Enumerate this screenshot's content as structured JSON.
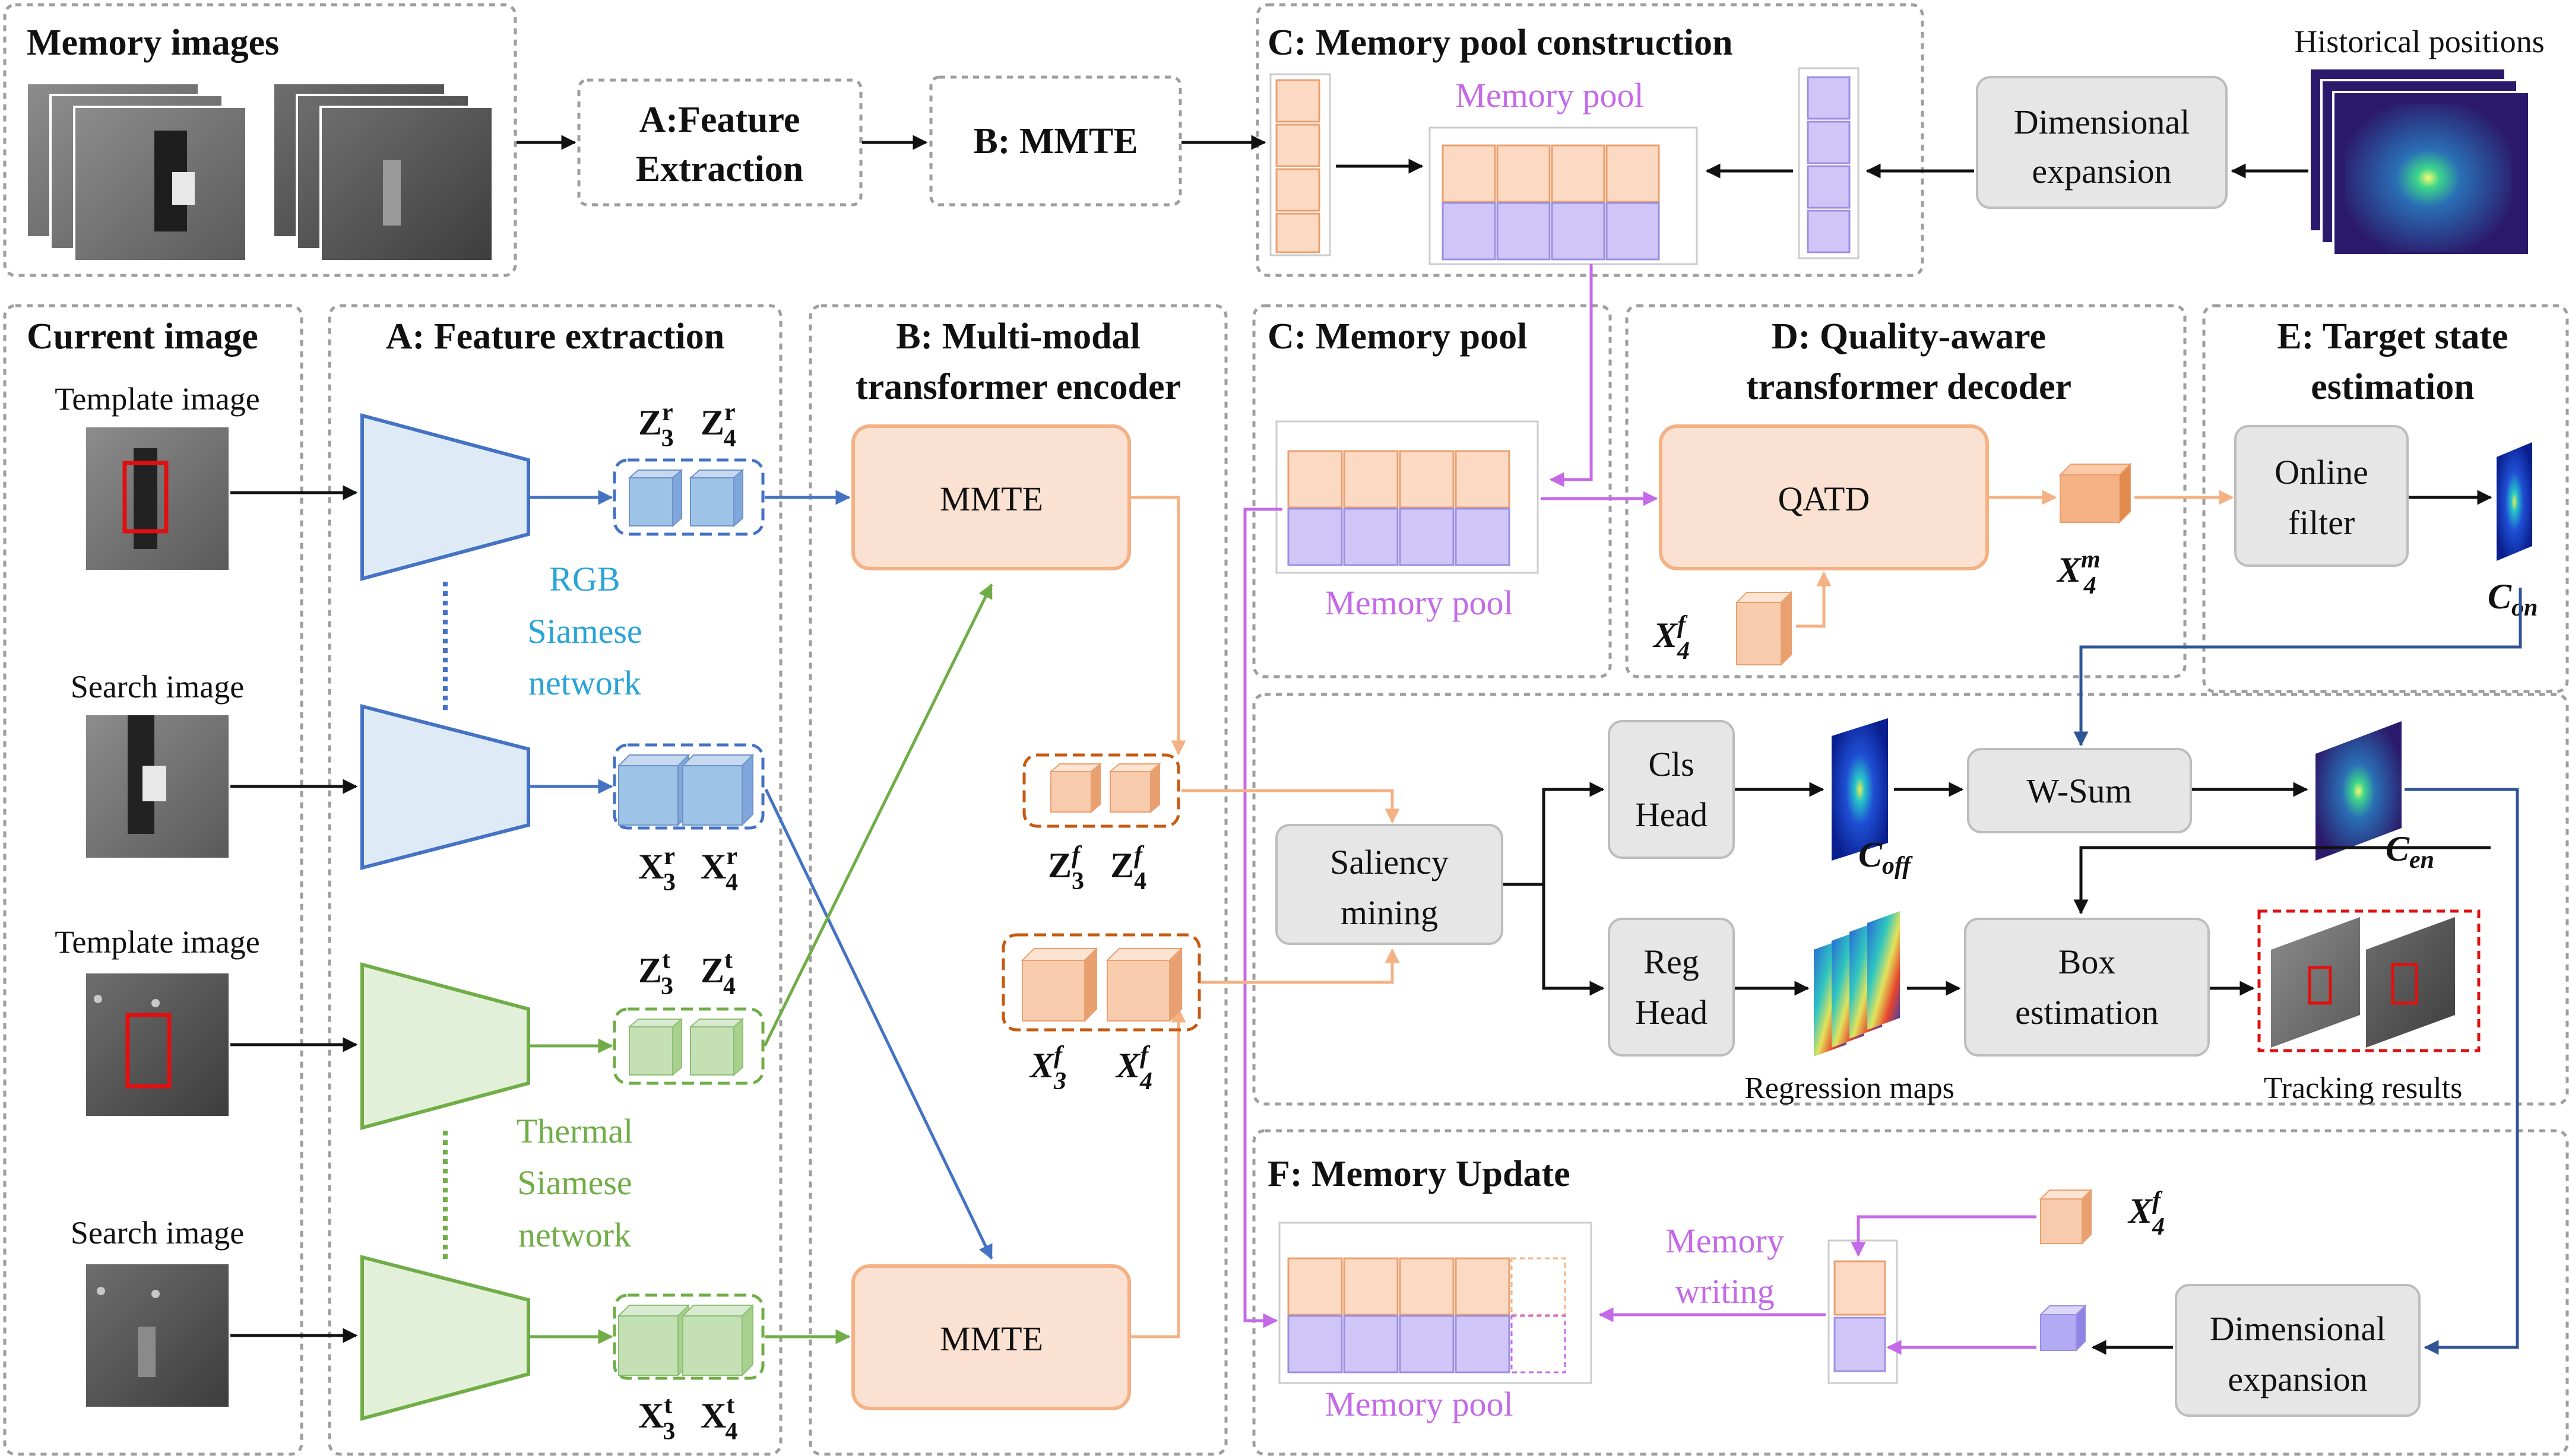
{
  "colors": {
    "rgb_blue": "#4472c4",
    "rgb_label": "#29a3d8",
    "thermal_green": "#70ad47",
    "memory_purple": "#c46ae8",
    "orange": "#f4b183",
    "navy": "#2f5597",
    "red_box": "#e01010"
  },
  "top": {
    "memory_images": "Memory images",
    "feature_extraction_l1": "A:Feature",
    "feature_extraction_l2": "Extraction",
    "mmte": "B: MMTE",
    "memory_pool_construction": "C: Memory pool construction",
    "memory_pool": "Memory pool",
    "historical_positions": "Historical positions",
    "dimensional_expansion_l1": "Dimensional",
    "dimensional_expansion_l2": "expansion"
  },
  "left": {
    "current_image": "Current image",
    "template_image_rgb": "Template image",
    "search_image_rgb": "Search image",
    "template_image_t": "Template image",
    "search_image_t": "Search image"
  },
  "feature_extraction": {
    "title": "A: Feature extraction",
    "rgb_l1": "RGB",
    "rgb_l2": "Siamese",
    "rgb_l3": "network",
    "thermal_l1": "Thermal",
    "thermal_l2": "Siamese",
    "thermal_l3": "network",
    "z_base": "Z",
    "x_base": "X",
    "sup_r": "r",
    "sup_t": "t",
    "sub_3": "3",
    "sub_4": "4"
  },
  "encoder": {
    "title_l1": "B: Multi-modal",
    "title_l2": "transformer encoder",
    "mmte_top": "MMTE",
    "mmte_bottom": "MMTE",
    "sup_f": "f"
  },
  "memory_pool_section": {
    "title": "C: Memory pool",
    "pool_label": "Memory pool"
  },
  "decoder": {
    "title_l1": "D: Quality-aware",
    "title_l2": "transformer decoder",
    "qatd": "QATD",
    "sup_m": "m",
    "sup_f": "f"
  },
  "target_state": {
    "title_l1": "E: Target state",
    "title_l2": "estimation",
    "online_filter_l1": "Online",
    "online_filter_l2": "filter",
    "c_base": "C",
    "c_on_sub": "on",
    "c_off_sub": "off",
    "c_en_sub": "en"
  },
  "heads": {
    "saliency_l1": "Saliency",
    "saliency_l2": "mining",
    "cls_l1": "Cls",
    "cls_l2": "Head",
    "reg_l1": "Reg",
    "reg_l2": "Head",
    "wsum": "W-Sum",
    "box_l1": "Box",
    "box_l2": "estimation",
    "regression_maps": "Regression maps",
    "tracking_results": "Tracking results"
  },
  "memory_update": {
    "title": "F: Memory Update",
    "pool_label": "Memory pool",
    "writing_l1": "Memory",
    "writing_l2": "writing",
    "dim_l1": "Dimensional",
    "dim_l2": "expansion",
    "x_base": "X",
    "sup_f": "f",
    "sub_4": "4"
  }
}
